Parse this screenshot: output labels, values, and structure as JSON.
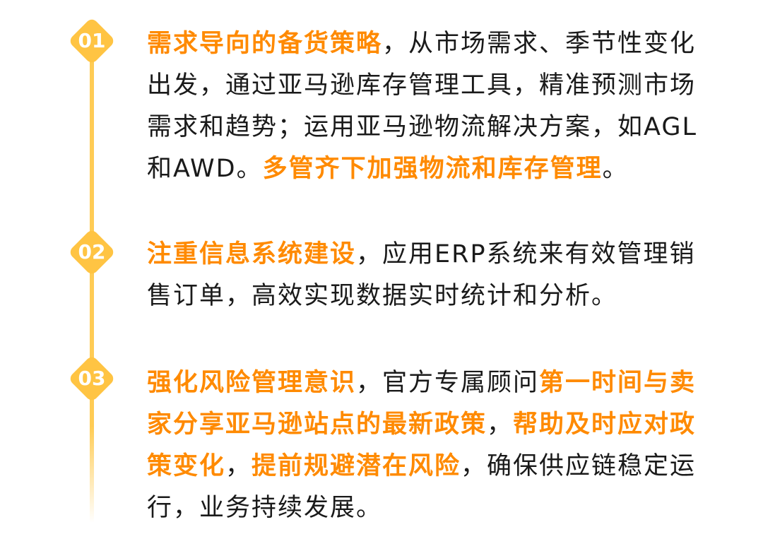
{
  "items": [
    {
      "number": "01",
      "segments": [
        {
          "text": "需求导向的备货策略",
          "highlight": true
        },
        {
          "text": "，从市场需求、季节性变化出发，通过亚马逊库存管理工具，精准预测市场需求和趋势；运用亚马逊物流解决方案，如AGL和AWD。",
          "highlight": false
        },
        {
          "text": "多管齐下加强物流和库存管理",
          "highlight": true
        },
        {
          "text": "。",
          "highlight": false
        }
      ]
    },
    {
      "number": "02",
      "segments": [
        {
          "text": "注重信息系统建设",
          "highlight": true
        },
        {
          "text": "，应用ERP系统来有效管理销售订单，高效实现数据实时统计和分析。",
          "highlight": false
        }
      ]
    },
    {
      "number": "03",
      "segments": [
        {
          "text": "强化风险管理意识",
          "highlight": true
        },
        {
          "text": "，官方专属顾问",
          "highlight": false
        },
        {
          "text": "第一时间与卖家分享亚马逊站点的最新政策",
          "highlight": true
        },
        {
          "text": "，",
          "highlight": false
        },
        {
          "text": "帮助及时应对政策变化",
          "highlight": true
        },
        {
          "text": "，",
          "highlight": false
        },
        {
          "text": "提前规避潜在风险",
          "highlight": true
        },
        {
          "text": "，确保供应链稳定运行，业务持续发展。",
          "highlight": false
        }
      ]
    }
  ],
  "colors": {
    "accent": "#ff8a00",
    "badge": "#ffc443",
    "line": "#ffcc55",
    "text": "#1a1a1a"
  }
}
